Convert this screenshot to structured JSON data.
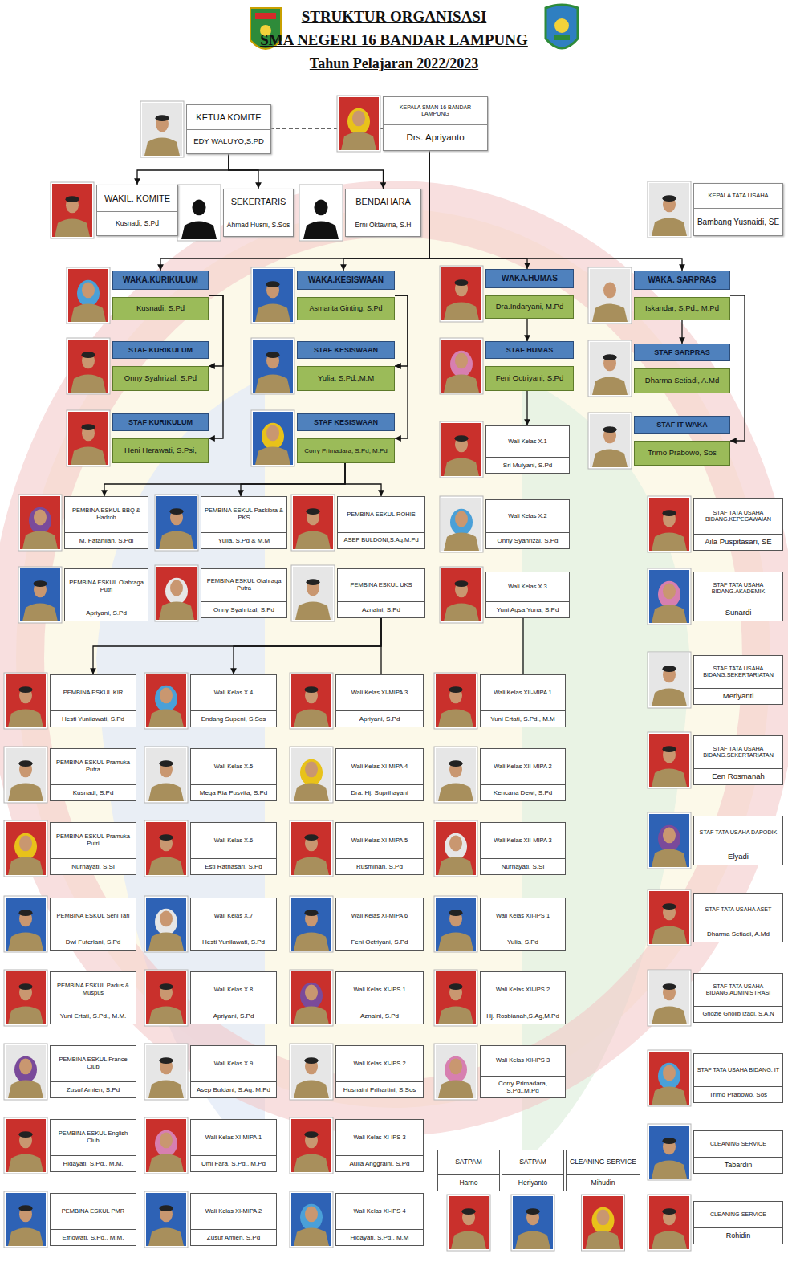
{
  "diagram": {
    "title": "STRUKTUR ORGANISASI",
    "nodes": [
      {
        "text": [
          "KEPALA SMAN 16 BANDAR LAMPUNG",
          "Drs. Apriyanto"
        ]
      },
      {
        "text": [
          "KETUA KOMITE",
          "EDY WALUYO,S.PD"
        ]
      },
      {
        "text": [
          "WAKIL. KOMITE",
          "Kusnadi, S.Pd"
        ]
      },
      {
        "text": [
          "SEKERTARIS",
          "Ahmad Husni, S.Sos"
        ]
      },
      {
        "text": [
          "BENDAHARA",
          "Erni Oktavina, S.H"
        ]
      },
      {
        "text": [
          "KEPALA TATA USAHA",
          "Bambang Yusnaidi, SE"
        ]
      },
      {
        "text": [
          "WAKA.KURIKULUM",
          "Kusnadi, S.Pd"
        ]
      },
      {
        "text": [
          "WAKA.KESISWAAN",
          "Asmarita Ginting, S.Pd"
        ]
      },
      {
        "text": [
          "WAKA.HUMAS",
          "Dra.Indaryani, M.Pd"
        ]
      },
      {
        "text": [
          "WAKA. SARPRAS",
          "Iskandar, S.Pd., M.Pd"
        ]
      },
      {
        "text": [
          "STAF KURIKULUM",
          "Onny Syahrizal, S.Pd"
        ]
      },
      {
        "text": [
          "STAF KESISWAAN",
          "Yulia, S.Pd.,M.M"
        ]
      },
      {
        "text": [
          "STAF HUMAS",
          "Feni Octriyani, S.Pd"
        ]
      },
      {
        "text": [
          "STAF SARPRAS",
          "Dharma Setiadi, A.Md"
        ]
      },
      {
        "text": [
          "STAF KURIKULUM",
          "Heni Herawati, S.Psi,"
        ]
      },
      {
        "text": [
          "STAF KESISWAAN",
          "Corry Primadara, S.Pd, M.Pd"
        ]
      },
      {
        "text": [
          "Wali Kelas X.1",
          "Sri Mulyani, S.Pd"
        ]
      },
      {
        "text": [
          "STAF IT WAKA",
          "Trimo Prabowo, Sos"
        ]
      },
      {
        "text": [
          "PEMBINA ESKUL BBQ & Hadroh",
          "M. Fatahilah, S.Pdi"
        ]
      },
      {
        "text": [
          "PEMBINA ESKUL Paskibra & PKS",
          "Yulia, S.Pd & M.M"
        ]
      },
      {
        "text": [
          "PEMBINA ESKUL ROHIS",
          "ASEP BULDONI,S.Ag.M.Pd"
        ]
      },
      {
        "text": [
          "Wali Kelas X.2",
          "Onny Syahrizal, S.Pd"
        ]
      },
      {
        "text": [
          "STAF TATA USAHA BIDANG.KEPEGAWAIAN",
          "Aila Puspitasari, SE"
        ]
      },
      {
        "text": [
          "PEMBINA ESKUL Olahraga Putri",
          "Apriyani, S.Pd"
        ]
      },
      {
        "text": [
          "PEMBINA ESKUL Olahraga Putra",
          "Onny Syahrizal, S.Pd"
        ]
      },
      {
        "text": [
          "PEMBINA ESKUL UKS",
          "Aznaini, S.Pd"
        ]
      },
      {
        "text": [
          "Wali Kelas X.3",
          "Yuni Agsa Yuna, S.Pd"
        ]
      },
      {
        "text": [
          "STAF TATA USAHA BIDANG.AKADEMIK",
          "Sunardi"
        ]
      },
      {
        "text": [
          "PEMBINA ESKUL KIR",
          "Hesti Yunilawati, S.Pd"
        ]
      },
      {
        "text": [
          "PEMBINA ESKUL Pramuka Putra",
          "Kusnadi, S.Pd"
        ]
      },
      {
        "text": [
          "PEMBINA ESKUL Pramuka Putri",
          "Nurhayati, S.Si"
        ]
      },
      {
        "text": [
          "PEMBINA ESKUL Seni Tari",
          "Dwi Futerlani, S.Pd"
        ]
      },
      {
        "text": [
          "PEMBINA ESKUL Padus & Muspus",
          "Yuni Ertati, S.Pd., M.M."
        ]
      },
      {
        "text": [
          "PEMBINA ESKUL France Club",
          "Zusuf Amien, S.Pd"
        ]
      },
      {
        "text": [
          "PEMBINA ESKUL English Club",
          "Hidayati, S.Pd., M.M."
        ]
      },
      {
        "text": [
          "PEMBINA ESKUL PMR",
          "Efridwati, S.Pd., M.M."
        ]
      },
      {
        "text": [
          "Wali Kelas X.4",
          "Endang Supeni, S.Sos"
        ]
      },
      {
        "text": [
          "Wali Kelas X.5",
          "Mega Ria Pusvita, S.Pd"
        ]
      },
      {
        "text": [
          "Wali Kelas X.6",
          "Esti Ratnasari, S.Pd"
        ]
      },
      {
        "text": [
          "Wali Kelas X.7",
          "Hesti Yunilawati, S.Pd"
        ]
      },
      {
        "text": [
          "Wali Kelas X.8",
          "Apriyani, S.Pd"
        ]
      },
      {
        "text": [
          "Wali Kelas X.9",
          "Asep Buldani, S.Ag. M.Pd"
        ]
      },
      {
        "text": [
          "Wali Kelas XI-MIPA 1",
          "Umi Fara, S.Pd., M.Pd"
        ]
      },
      {
        "text": [
          "Wali Kelas XI-MIPA 2",
          "Zusuf Amien, S.Pd"
        ]
      },
      {
        "text": [
          "Wali Kelas XI-MIPA 3",
          "Apriyani, S.Pd"
        ]
      },
      {
        "text": [
          "Wali Kelas XI-MIPA 4",
          "Dra. Hj. Suprihayani"
        ]
      },
      {
        "text": [
          "Wali Kelas XI-MIPA 5",
          "Rusminah, S.Pd"
        ]
      },
      {
        "text": [
          "Wali Kelas XI-MIPA 6",
          "Feni Octriyani, S.Pd"
        ]
      },
      {
        "text": [
          "Wali Kelas XI-IPS 1",
          "Aznaini, S.Pd"
        ]
      },
      {
        "text": [
          "Wali Kelas XI-IPS 2",
          "Husnaini Prihartini, S.Sos"
        ]
      },
      {
        "text": [
          "Wali Kelas XI-IPS 3",
          "Aulia Anggraini, S.Pd"
        ]
      },
      {
        "text": [
          "Wali Kelas XI-IPS 4",
          "Hidayati, S.Pd., M.M"
        ]
      },
      {
        "text": [
          "Wali Kelas XII-MIPA 1",
          "Yuni Ertati, S.Pd., M.M"
        ]
      },
      {
        "text": [
          "Wali Kelas XII-MIPA 2",
          "Kencana Dewi, S.Pd"
        ]
      },
      {
        "text": [
          "Wali Kelas XII-MIPA 3",
          "Nurhayati, S.Si"
        ]
      },
      {
        "text": [
          "Wali Kelas XII-IPS 1",
          "Yulia, S.Pd"
        ]
      },
      {
        "text": [
          "Wali Kelas XII-IPS 2",
          "Hj. Rosbianah,S.Ag,M.Pd"
        ]
      },
      {
        "text": [
          "Wali Kelas XII-IPS 3",
          "Corry Primadara, S.Pd.,M.Pd"
        ]
      },
      {
        "text": [
          "SATPAM",
          "Harno"
        ]
      },
      {
        "text": [
          "SATPAM",
          "Heriyanto"
        ]
      },
      {
        "text": [
          "CLEANING SERVICE",
          "Mihudin"
        ]
      },
      {
        "text": [
          "STAF TATA USAHA BIDANG.SEKERTARIATAN",
          "Meriyanti"
        ]
      },
      {
        "text": [
          "STAF TATA USAHA BIDANG.SEKERTARIATAN",
          "Een Rosmanah"
        ]
      },
      {
        "text": [
          "STAF TATA USAHA DAPODIK",
          "Elyadi"
        ]
      },
      {
        "text": [
          "STAF TATA USAHA ASET",
          "Dharma Setiadi, A.Md"
        ]
      },
      {
        "text": [
          "STAF TATA USAHA BIDANG.ADMINISTRASI",
          "Ghozie Gholib Izadi, S.A.N"
        ]
      },
      {
        "text": [
          "STAF TATA USAHA BIDANG. IT",
          "Trimo Prabowo, Sos"
        ]
      },
      {
        "text": [
          "CLEANING SERVICE",
          "Tabardin"
        ]
      },
      {
        "text": [
          "CLEANING SERVICE",
          "Rohidin"
        ]
      }
    ],
    "edges": [
      {
        "from": 0,
        "to": 1,
        "arrow": "none"
      },
      {
        "from": 1,
        "to": 2,
        "arrow": "to"
      },
      {
        "from": 1,
        "to": 3,
        "arrow": "to"
      },
      {
        "from": 1,
        "to": 4,
        "arrow": "to"
      },
      {
        "from": 0,
        "to": 6,
        "arrow": "to"
      },
      {
        "from": 0,
        "to": 7,
        "arrow": "to"
      },
      {
        "from": 0,
        "to": 8,
        "arrow": "to"
      },
      {
        "from": 0,
        "to": 9,
        "arrow": "to"
      },
      {
        "from": 6,
        "to": 10,
        "arrow": "to"
      },
      {
        "from": 6,
        "to": 14,
        "arrow": "to"
      },
      {
        "from": 7,
        "to": 11,
        "arrow": "to"
      },
      {
        "from": 7,
        "to": 15,
        "arrow": "to"
      },
      {
        "from": 8,
        "to": 12,
        "arrow": "to"
      },
      {
        "from": 12,
        "to": 16,
        "arrow": "to"
      },
      {
        "from": 9,
        "to": 13,
        "arrow": "to"
      },
      {
        "from": 9,
        "to": 17,
        "arrow": "to"
      },
      {
        "from": 15,
        "to": 18,
        "arrow": "to"
      },
      {
        "from": 15,
        "to": 19,
        "arrow": "to"
      },
      {
        "from": 15,
        "to": 20,
        "arrow": "to"
      },
      {
        "from": 25,
        "to": 28,
        "arrow": "to"
      },
      {
        "from": 25,
        "to": 36,
        "arrow": "to"
      },
      {
        "from": 25,
        "to": 44,
        "arrow": "none"
      },
      {
        "from": 26,
        "to": 52,
        "arrow": "none"
      }
    ],
    "labels": [
      "SMA NEGERI 16 BANDAR LAMPUNG",
      "Tahun Pelajaran 2022/2023"
    ]
  }
}
